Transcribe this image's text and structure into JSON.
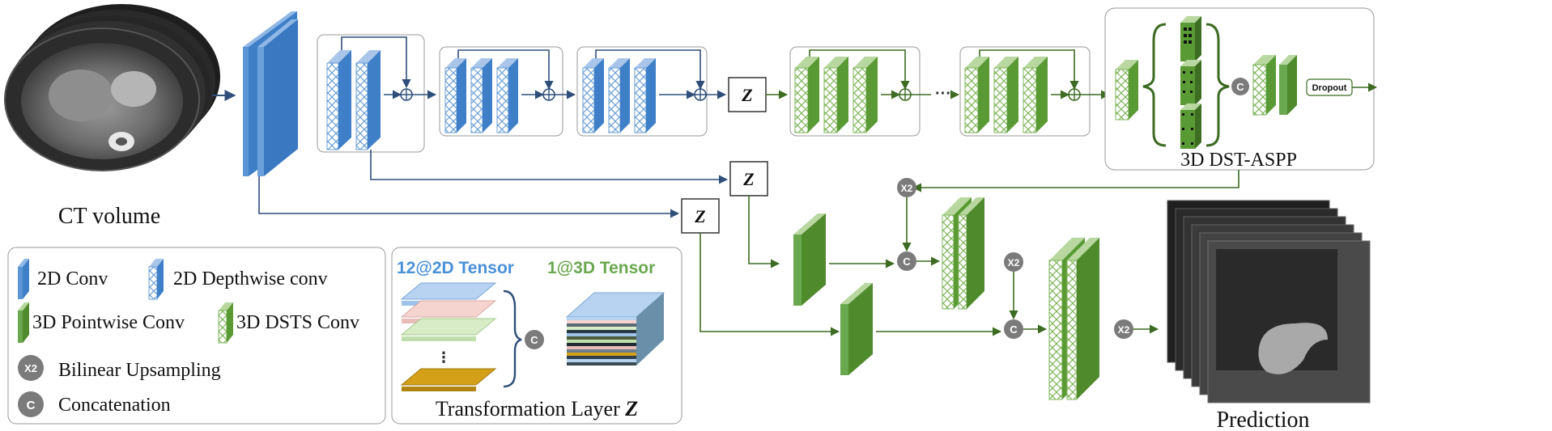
{
  "labels": {
    "ct_volume": "CT volume",
    "prediction": "Prediction",
    "aspp": "3D DST-ASPP",
    "dropout": "Dropout",
    "z": "Z",
    "x2": "X2",
    "c": "C",
    "ellipsis": "···"
  },
  "legend": {
    "conv2d": "2D Conv",
    "depthwise": "2D Depthwise conv",
    "pointwise": "3D Pointwise Conv",
    "dsts": "3D DSTS Conv",
    "upsampling": "Bilinear Upsampling",
    "concatenation": "Concatenation"
  },
  "transform": {
    "tensor2d": "12@2D Tensor",
    "tensor3d": "1@3D Tensor",
    "title": "Transformation Layer",
    "title_symbol": "Z"
  },
  "colors": {
    "blue": "#3f7fc8",
    "blue_dark": "#2a5d9a",
    "green": "#5a9a34",
    "green_dark": "#3d6e22",
    "arrow_blue": "#2f4f7a",
    "arrow_green": "#3d6b22",
    "tensor2d_text": "#4a90d9",
    "tensor3d_text": "#6aa84f",
    "gold": "#d4a017",
    "badge": "#7b7b7b"
  }
}
